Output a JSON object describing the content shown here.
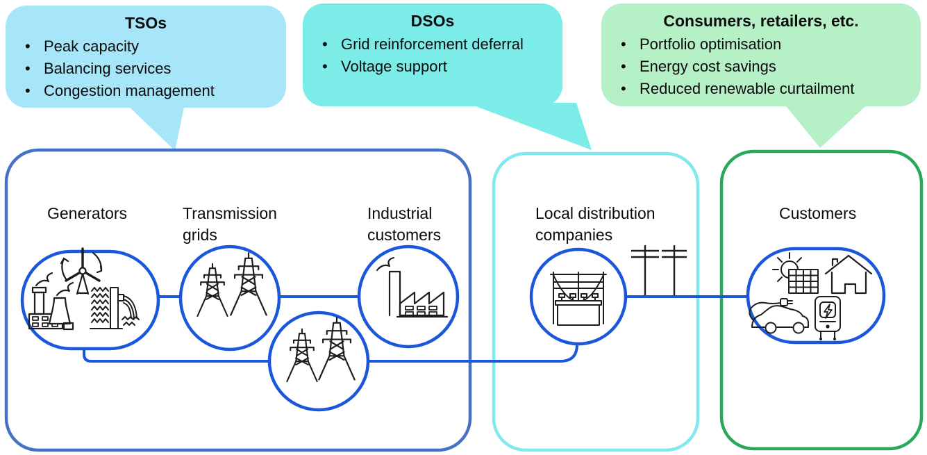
{
  "colors": {
    "tso_fill": "#A6E6F8",
    "dso_fill": "#7CECE8",
    "consumers_fill": "#B5F0C6",
    "producer_box_stroke": "#4472C4",
    "dso_box_stroke": "#7FE9EE",
    "customer_box_stroke": "#29A85B",
    "node_blue": "#1B57DB",
    "icon_ink": "#1C1C1C"
  },
  "bubbles": {
    "tso": {
      "title": "TSOs",
      "items": [
        "Peak capacity",
        "Balancing services",
        "Congestion management"
      ]
    },
    "dso": {
      "title": "DSOs",
      "items": [
        "Grid reinforcement deferral",
        "Voltage support"
      ]
    },
    "consumers": {
      "title": "Consumers, retailers, etc.",
      "items": [
        "Portfolio optimisation",
        "Energy cost savings",
        "Reduced renewable curtailment"
      ]
    }
  },
  "nodes": {
    "generators": {
      "label": "Generators"
    },
    "transmission": {
      "label": "Transmission grids"
    },
    "industrial": {
      "label": "Industrial customers"
    },
    "distribution": {
      "label": "Local distribution companies"
    },
    "customers": {
      "label": "Customers"
    }
  }
}
